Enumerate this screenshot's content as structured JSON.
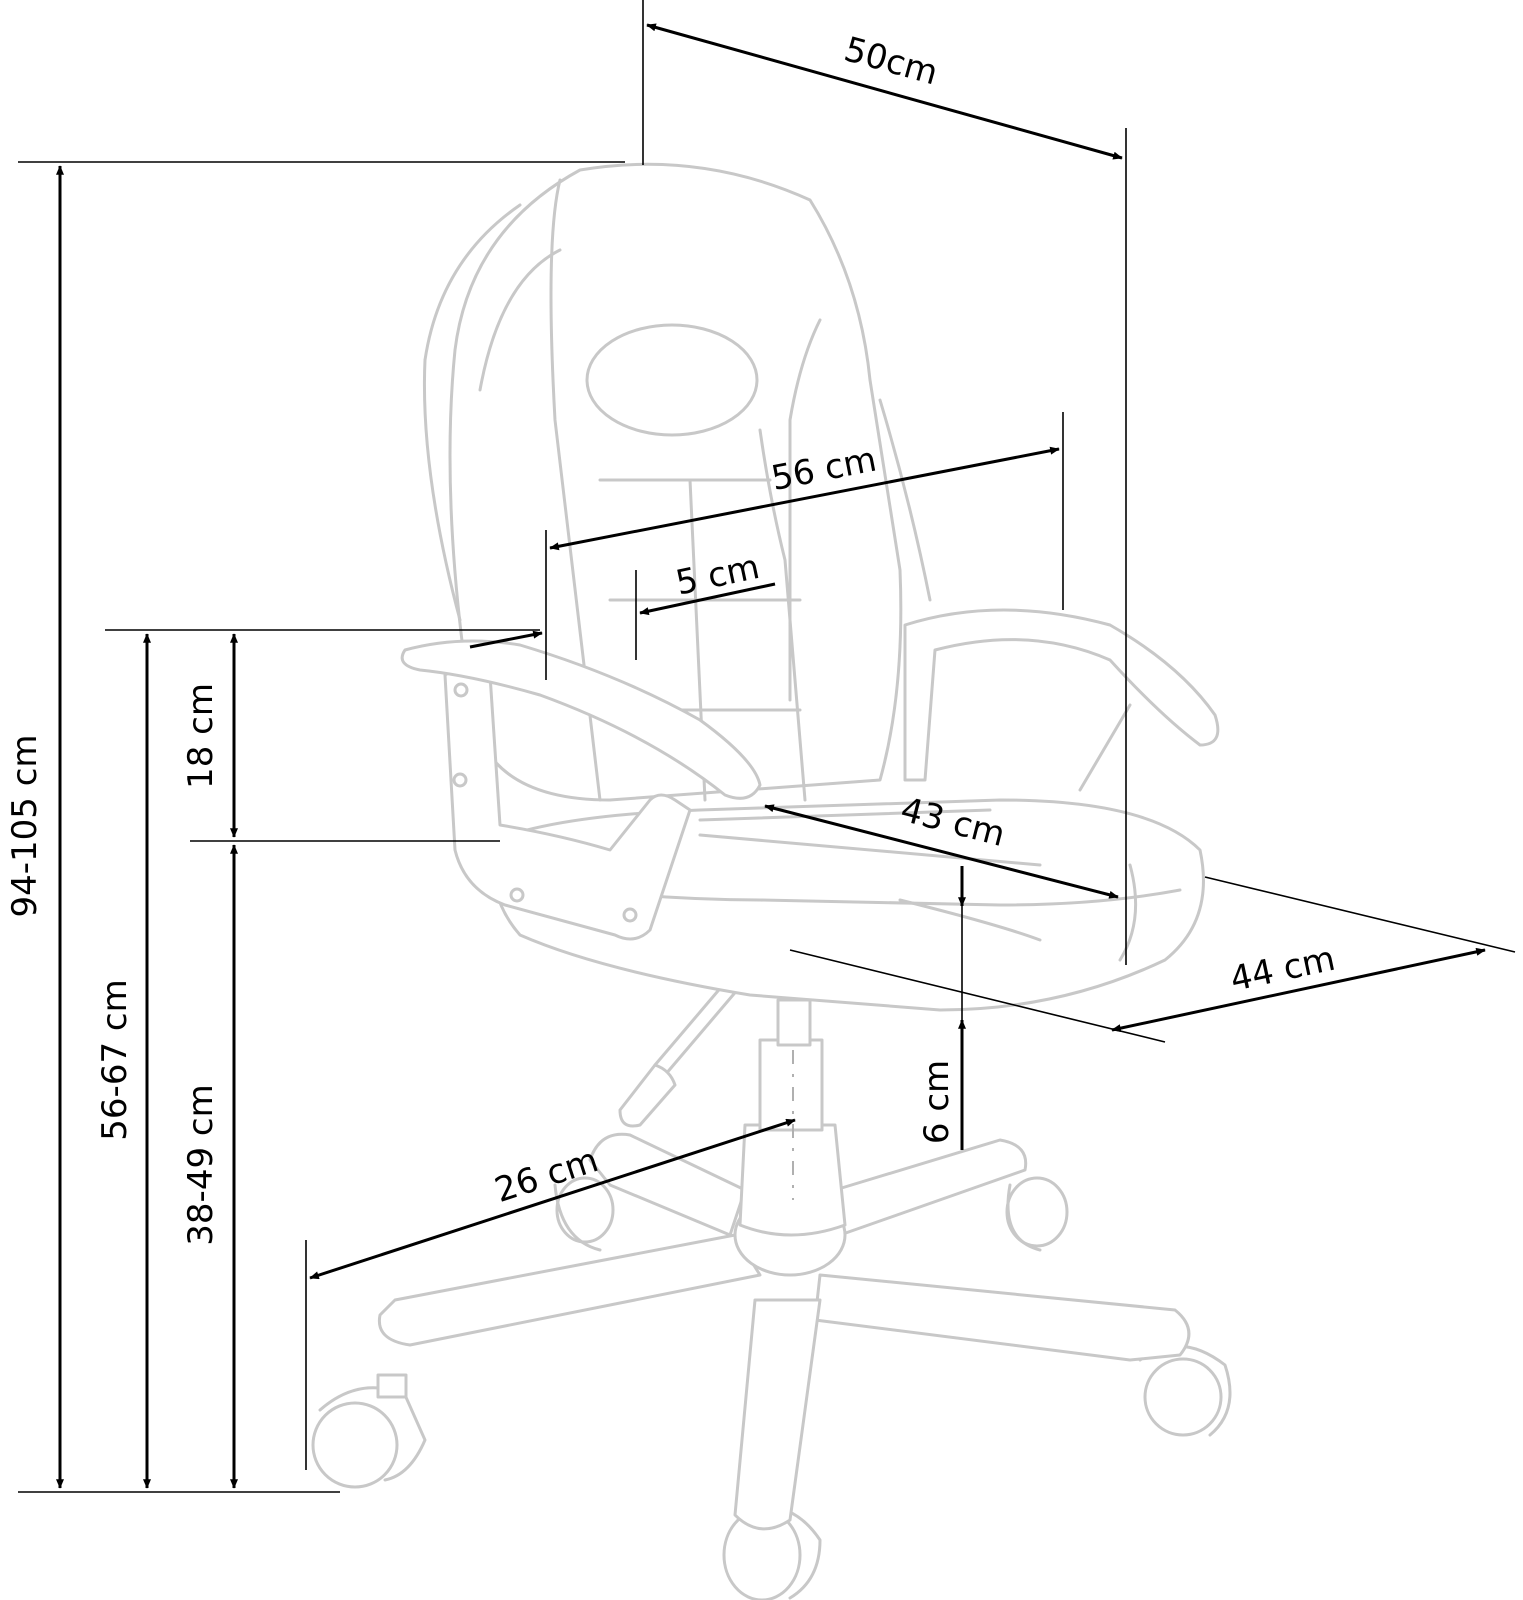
{
  "diagram": {
    "labels": {
      "width_top": "50cm",
      "total_height": "94-105 cm",
      "seat_width": "56 cm",
      "backrest_gap": "5 cm",
      "armrest_height": "56-67 cm",
      "armrest_above_seat": "18 cm",
      "seat_height": "38-49 cm",
      "seat_depth_inner": "43 cm",
      "seat_depth": "44 cm",
      "cushion_thickness": "6 cm",
      "base_radius": "26 cm"
    },
    "colors": {
      "outline": "#c8c8c8",
      "dimension": "#000000"
    }
  }
}
